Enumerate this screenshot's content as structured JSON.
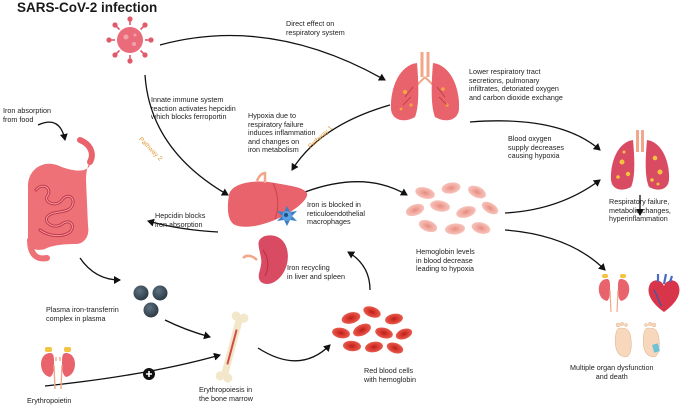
{
  "title": "SARS-CoV-2 infection",
  "labels": {
    "direct_effect": "Direct effect on\nrespiratory system",
    "lower_resp": "Lower respiratory tract\nsecretions, pulmonary\ninfiltrates, detoriated oxygen\nand carbon dioxide exchange",
    "innate_immune": "Innate immune system\nreaction activates hepcidin\nwhich blocks ferroportin",
    "hypoxia": "Hypoxia due to\nrespiratory failure\ninduces inflammation\nand changes on\niron metabolism",
    "iron_absorption": "Iron absorption\nfrom food",
    "blood_oxygen": "Blood oxygen\nsupply decreases\ncausing hypoxia",
    "resp_failure": "Respiratory failure,\nmetabolic changes,\nhyperinflammation",
    "hepcidin_blocks": "Hepcidin blocks\niron absorption",
    "iron_blocked": "Iron is blocked in\nreticuloendothelial\nmacrophages",
    "hemoglobin": "Hemoglobin levels\nin blood decrease\nleading to hypoxia",
    "iron_recycling": "Iron recycling\nin liver and spleen",
    "plasma_iron": "Plasma iron-transferrin\ncomplex in plasma",
    "multiple_organ": "Multiple organ dysfunction\nand death",
    "rbc": "Red blood cells\nwith hemoglobin",
    "erythropoietin": "Erythropoietin",
    "erythropoiesis": "Erythropoiesis in\nthe bone marrow",
    "pathway1": "Pathway 1",
    "pathway2": "Pathway 2"
  },
  "colors": {
    "virus": "#e05a6a",
    "lung": "#e8636b",
    "liver": "#e8636b",
    "rbc": "#e2443c",
    "pale_rbc": "#f2aaa0",
    "iron": "#3d4f5c",
    "pathway": "#e09a3a",
    "arrow": "#111111"
  },
  "icons": [
    "virus-icon",
    "lungs-icon",
    "damaged-lungs-icon",
    "intestine-icon",
    "liver-icon",
    "spleen-icon",
    "macrophage-icon",
    "kidney-icon",
    "heart-icon",
    "feet-icon",
    "bone-icon",
    "plus-icon"
  ]
}
